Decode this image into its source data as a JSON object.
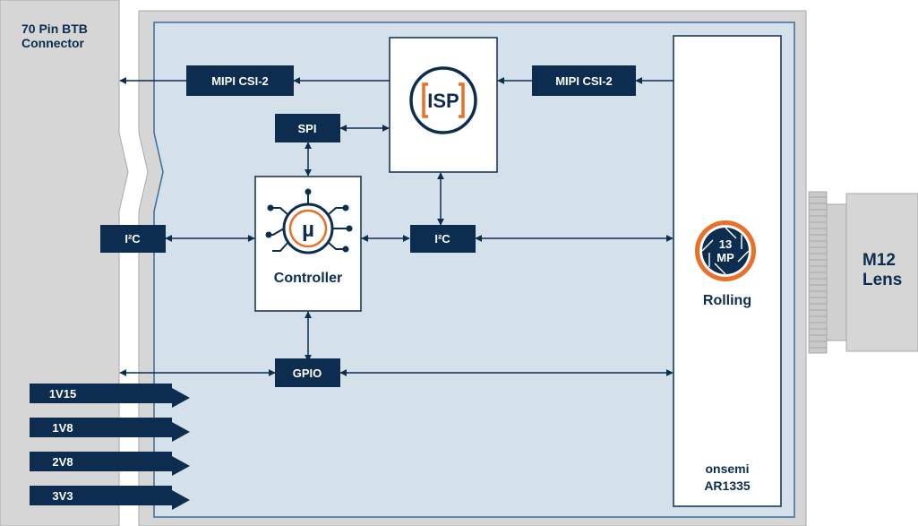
{
  "connector": {
    "title_line1": "70 Pin BTB",
    "title_line2": "Connector"
  },
  "blocks": {
    "mipi_left": "MIPI CSI-2",
    "mipi_right": "MIPI CSI-2",
    "isp": "ISP",
    "spi": "SPI",
    "controller_symbol": "µ",
    "controller": "Controller",
    "i2c_left": "I²C",
    "i2c_mid": "I²C",
    "gpio": "GPIO"
  },
  "sensor": {
    "mp_value": "13",
    "mp_unit": "MP",
    "shutter": "Rolling",
    "vendor": "onsemi",
    "model": "AR1335"
  },
  "power_rails": [
    "1V15",
    "1V8",
    "2V8",
    "3V3"
  ],
  "lens": {
    "line1": "M12",
    "line2": "Lens"
  },
  "colors": {
    "navy": "#0c2d4f",
    "board": "#d4e0ea",
    "board_border": "#3f6c95",
    "gray": "#d6d6d6",
    "gray_border": "#a8a8a8",
    "accent": "#e8702a"
  }
}
